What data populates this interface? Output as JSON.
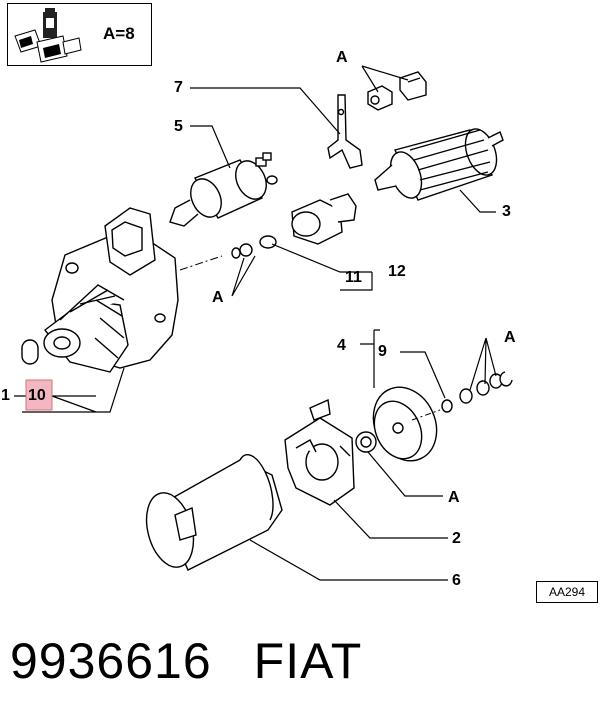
{
  "legend": {
    "text": "A=8",
    "icon": "package-lubricant-icon"
  },
  "reference": "AA294",
  "footer": {
    "part_number": "9936616",
    "brand": "FIAT"
  },
  "callouts": {
    "c1": "1",
    "c2": "2",
    "c3": "3",
    "c4": "4",
    "c5": "5",
    "c6": "6",
    "c7": "7",
    "c9": "9",
    "c10": "10",
    "c11": "11",
    "c12": "12",
    "a1": "A",
    "a2": "A",
    "a3": "A",
    "a4": "A"
  },
  "colors": {
    "highlight": "#f4b6c2",
    "line": "#000000"
  }
}
